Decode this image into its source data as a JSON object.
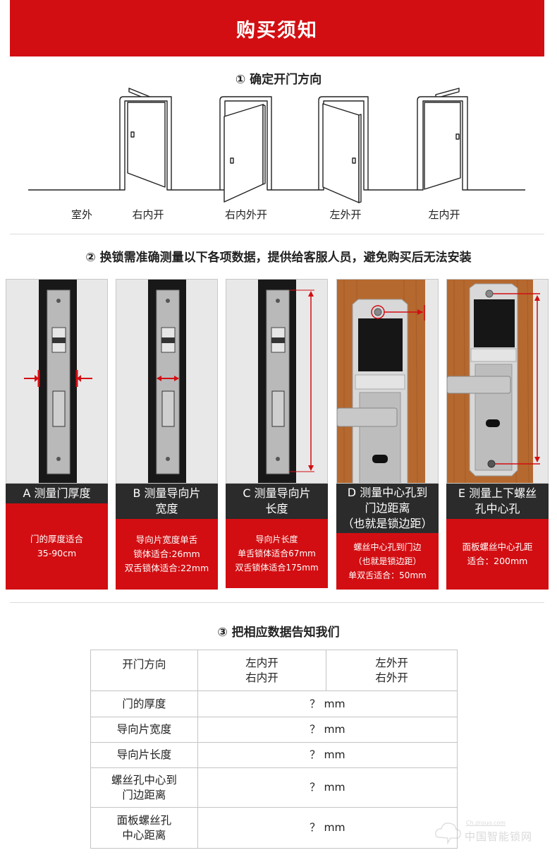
{
  "banner": {
    "title": "购买须知"
  },
  "step1": {
    "title": "① 确定开门方向",
    "labels": [
      "室外",
      "右内开",
      "右内外开",
      "左外开",
      "左内开"
    ]
  },
  "step2": {
    "title": "② 换锁需准确测量以下各项数据，提供给客服人员，避免购买后无法安装",
    "panels": [
      {
        "heading": [
          "A 测量门厚度"
        ],
        "body": [
          "门的厚度适合",
          "35-90cm"
        ]
      },
      {
        "heading": [
          "B 测量导向片",
          "宽度"
        ],
        "body": [
          "导向片宽度单舌",
          "锁体适合:26mm",
          "双舌锁体适合:22mm"
        ]
      },
      {
        "heading": [
          "C 测量导向片",
          "长度"
        ],
        "body": [
          "导向片长度",
          "单舌锁体适合67mm",
          "双舌锁体适合175mm"
        ]
      },
      {
        "heading": [
          "D 测量中心孔到",
          "门边距离",
          "（也就是锁边距）"
        ],
        "body": [
          "螺丝中心孔到门边",
          "（也就是锁边距）",
          "单双舌适合：50mm"
        ]
      },
      {
        "heading": [
          "E 测量上下螺丝",
          "孔中心孔"
        ],
        "body": [
          "面板螺丝中心孔距",
          "适合：200mm"
        ]
      }
    ]
  },
  "step3": {
    "title": "③ 把相应数据告知我们",
    "table": {
      "header": {
        "label": "开门方向",
        "col1": [
          "左内开",
          "右内开"
        ],
        "col2": [
          "左外开",
          "右外开"
        ]
      },
      "rows": [
        {
          "label": [
            "门的厚度"
          ],
          "value": "？ mm"
        },
        {
          "label": [
            "导向片宽度"
          ],
          "value": "？ mm"
        },
        {
          "label": [
            "导向片长度"
          ],
          "value": "？ mm"
        },
        {
          "label": [
            "螺丝孔中心到",
            "门边距离"
          ],
          "value": "？ mm"
        },
        {
          "label": [
            "面板螺丝孔",
            "中心距离"
          ],
          "value": "？ mm"
        }
      ]
    }
  },
  "watermark": {
    "text": "中国智能锁网",
    "sub": "Ch.znsuo.com"
  },
  "colors": {
    "brand_red": "#d20e12",
    "dark_head": "#2b2b2b",
    "wood": "#b5692f"
  }
}
